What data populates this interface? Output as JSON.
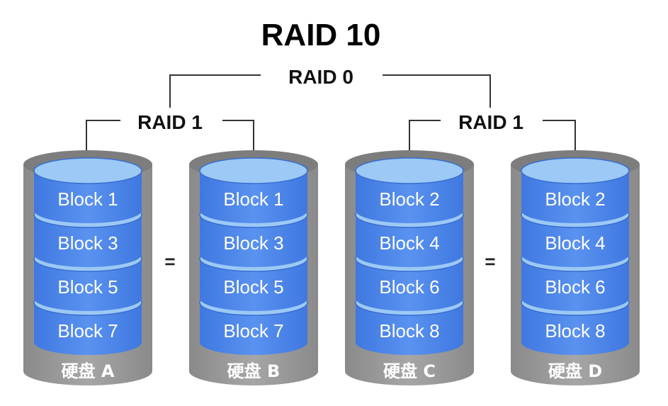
{
  "title": "RAID 10",
  "raid0_label": "RAID 0",
  "mirrors": [
    {
      "label": "RAID 1",
      "equals": "="
    },
    {
      "label": "RAID 1",
      "equals": "="
    }
  ],
  "disks": [
    {
      "name": "硬盘 A",
      "blocks": [
        "Block 1",
        "Block 3",
        "Block 5",
        "Block 7"
      ]
    },
    {
      "name": "硬盘 B",
      "blocks": [
        "Block 1",
        "Block 3",
        "Block 5",
        "Block 7"
      ]
    },
    {
      "name": "硬盘 C",
      "blocks": [
        "Block 2",
        "Block 4",
        "Block 6",
        "Block 8"
      ]
    },
    {
      "name": "硬盘 D",
      "blocks": [
        "Block 2",
        "Block 4",
        "Block 6",
        "Block 8"
      ]
    }
  ],
  "colors": {
    "disk_gray": "#999999",
    "disk_dark": "#7d7d7d",
    "platter_blue": "#4f86e8",
    "platter_top": "#9cc9f5",
    "platter_rim": "#3a6fd0"
  }
}
